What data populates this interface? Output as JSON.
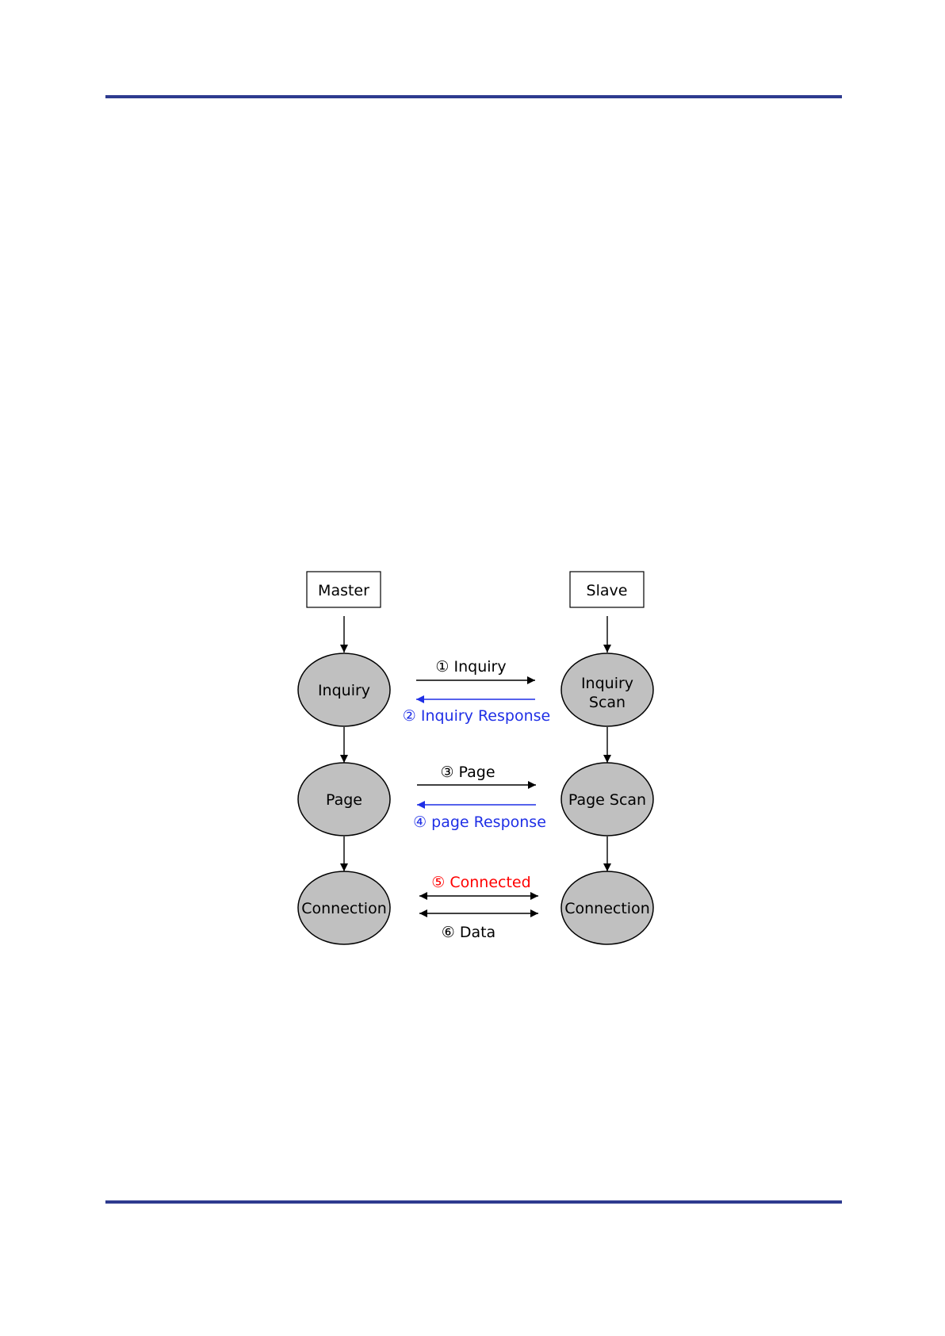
{
  "colors": {
    "rule": "#2e3b8f",
    "node_fill": "#c0c0c0",
    "request": "#000000",
    "response": "#1f2fe6",
    "connected": "#ff0000"
  },
  "diagram": {
    "master_label": "Master",
    "slave_label": "Slave",
    "master_states": [
      "Inquiry",
      "Page",
      "Connection"
    ],
    "slave_states": [
      [
        "Inquiry",
        "Scan"
      ],
      [
        "Page Scan"
      ],
      [
        "Connection"
      ]
    ],
    "messages": {
      "inquiry": "① Inquiry",
      "inquiry_response": "② Inquiry Response",
      "page": "③ Page",
      "page_response": "④ page Response",
      "connected": "⑤ Connected",
      "data": "⑥ Data"
    }
  }
}
